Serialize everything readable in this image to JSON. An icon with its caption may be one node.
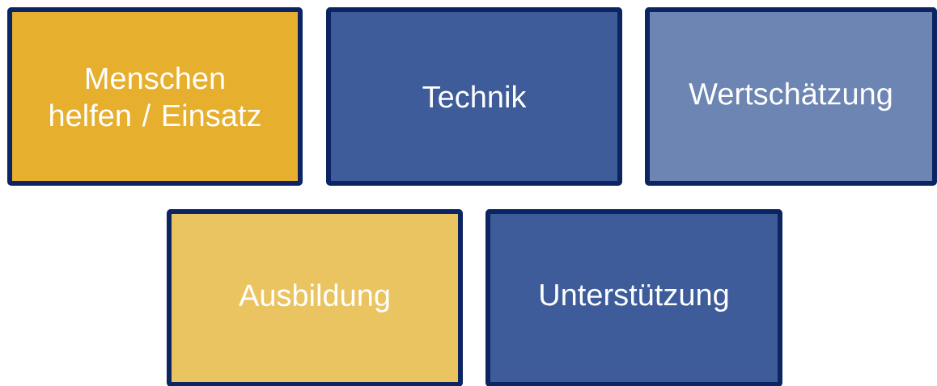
{
  "diagram": {
    "nodes": [
      {
        "text": [
          "Menschen helfen / Einsatz"
        ]
      },
      {
        "text": [
          "Technik"
        ]
      },
      {
        "text": [
          "Wertschätzung"
        ]
      },
      {
        "text": [
          "Ausbildung"
        ]
      },
      {
        "text": [
          "Unterstützung"
        ]
      }
    ]
  }
}
